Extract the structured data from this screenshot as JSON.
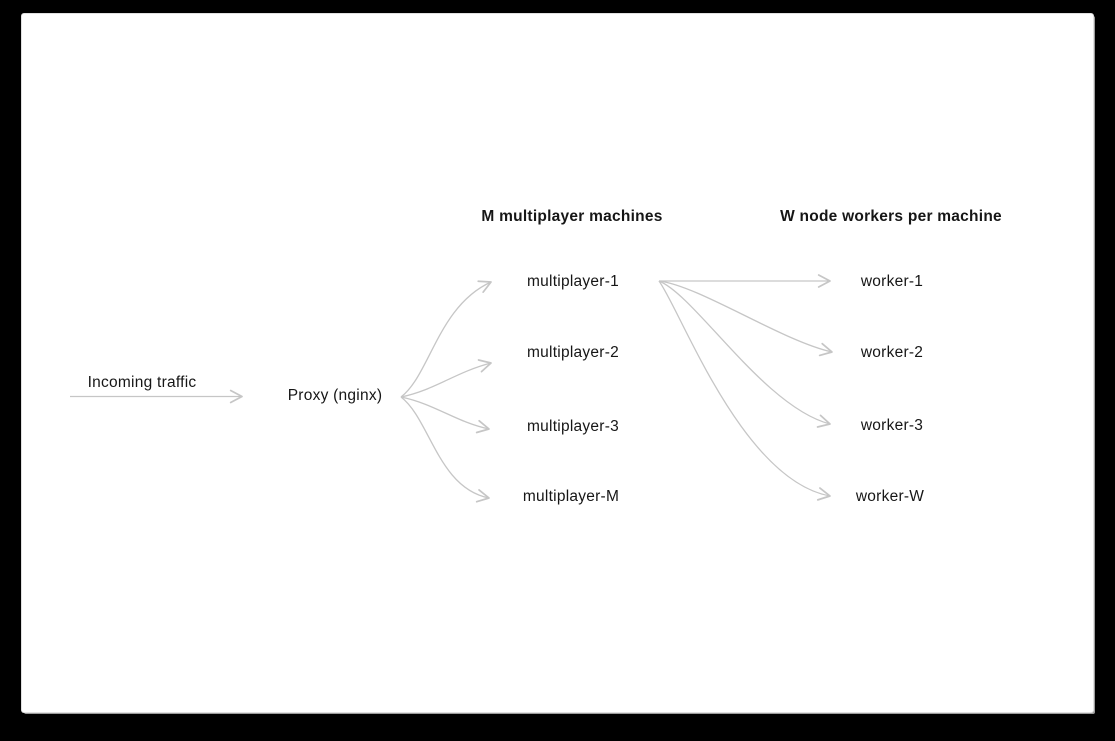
{
  "frame": {
    "background": "#000000"
  },
  "canvas": {
    "background": "#ffffff"
  },
  "diagram": {
    "source": {
      "label": "Incoming traffic"
    },
    "proxy": {
      "label": "Proxy (nginx)"
    },
    "columns": [
      {
        "header": "M multiplayer machines",
        "nodes": [
          "multiplayer-1",
          "multiplayer-2",
          "multiplayer-3",
          "multiplayer-M"
        ]
      },
      {
        "header": "W node workers per machine",
        "nodes": [
          "worker-1",
          "worker-2",
          "worker-3",
          "worker-W"
        ]
      }
    ],
    "edges": [
      {
        "from": "Incoming traffic",
        "to": "Proxy (nginx)"
      },
      {
        "from": "Proxy (nginx)",
        "to": "multiplayer-1"
      },
      {
        "from": "Proxy (nginx)",
        "to": "multiplayer-2"
      },
      {
        "from": "Proxy (nginx)",
        "to": "multiplayer-3"
      },
      {
        "from": "Proxy (nginx)",
        "to": "multiplayer-M"
      },
      {
        "from": "multiplayer-1",
        "to": "worker-1"
      },
      {
        "from": "multiplayer-1",
        "to": "worker-2"
      },
      {
        "from": "multiplayer-1",
        "to": "worker-3"
      },
      {
        "from": "multiplayer-1",
        "to": "worker-W"
      }
    ],
    "colors": {
      "arrow": "#c6c6c6",
      "text": "#161616"
    }
  }
}
